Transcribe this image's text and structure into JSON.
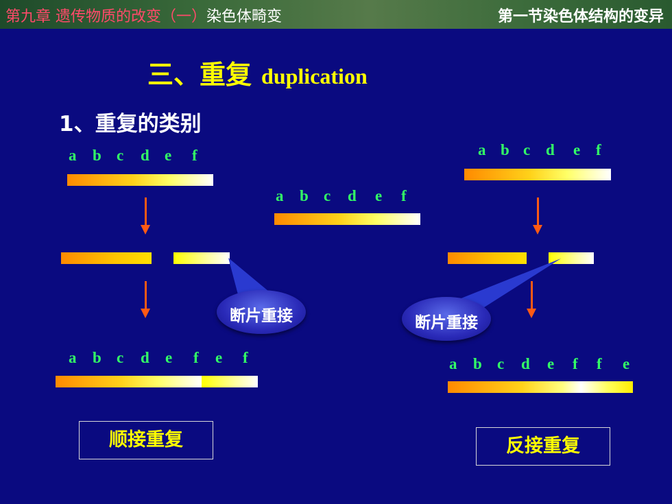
{
  "header": {
    "left_red": "第九章 遗传物质的改变（一）",
    "left_white": "染色体畸变",
    "right": "第一节染色体结构的变异"
  },
  "title_cn": "三、重复",
  "title_en": "duplication",
  "subtitle": "1、重复的类别",
  "letters_original_left": [
    "a",
    "b",
    "c",
    "d",
    "e",
    "f"
  ],
  "letters_original_right": [
    "a",
    "b",
    "c",
    "d",
    "e",
    "f"
  ],
  "letters_donor": [
    "a",
    "b",
    "c",
    "d",
    "e",
    "f"
  ],
  "letters_tandem_result": [
    "a",
    "b",
    "c",
    "d",
    "e",
    "f",
    "e",
    "f"
  ],
  "letters_reverse_result": [
    "a",
    "b",
    "c",
    "d",
    "e",
    "f",
    "f",
    "e"
  ],
  "callout_label": "断片重接",
  "tandem_label": "顺接重复",
  "reverse_label": "反接重复",
  "colors": {
    "background": "#0a0a80",
    "letters": "#33ff66",
    "title": "#ffff00",
    "arrow": "#ff5a14"
  }
}
